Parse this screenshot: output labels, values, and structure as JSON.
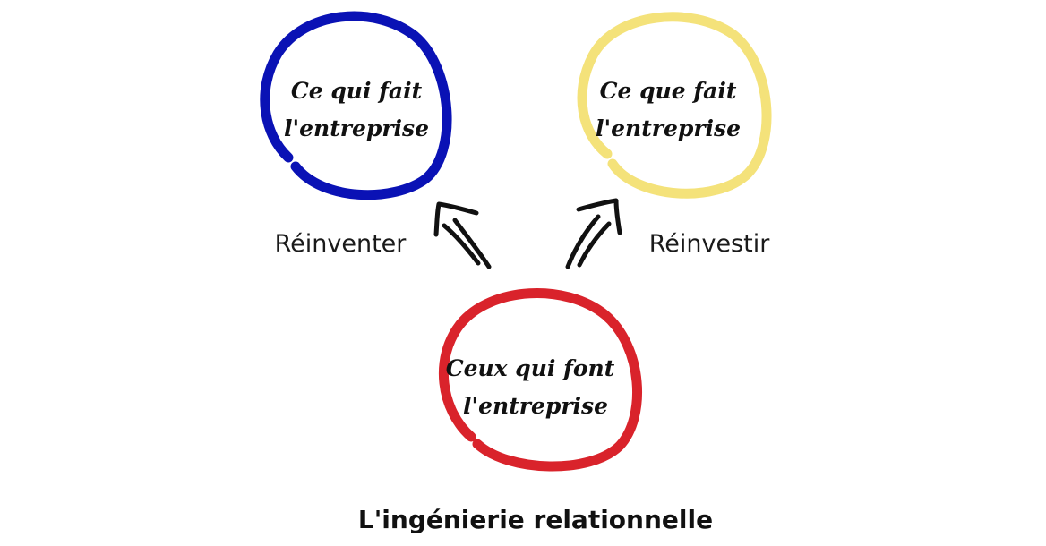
{
  "nodes": {
    "blue": {
      "line1": "Ce qui fait",
      "line2": "l'entreprise",
      "color": "#0a12b5"
    },
    "yellow": {
      "line1": "Ce que fait",
      "line2": "l'entreprise",
      "color": "#f4e27a"
    },
    "red": {
      "line1": "Ceux qui font",
      "line2": "l'entreprise",
      "color": "#d9232b"
    }
  },
  "edges": {
    "left_label": "Réinventer",
    "right_label": "Réinvestir"
  },
  "title": "L'ingénierie relationnelle"
}
